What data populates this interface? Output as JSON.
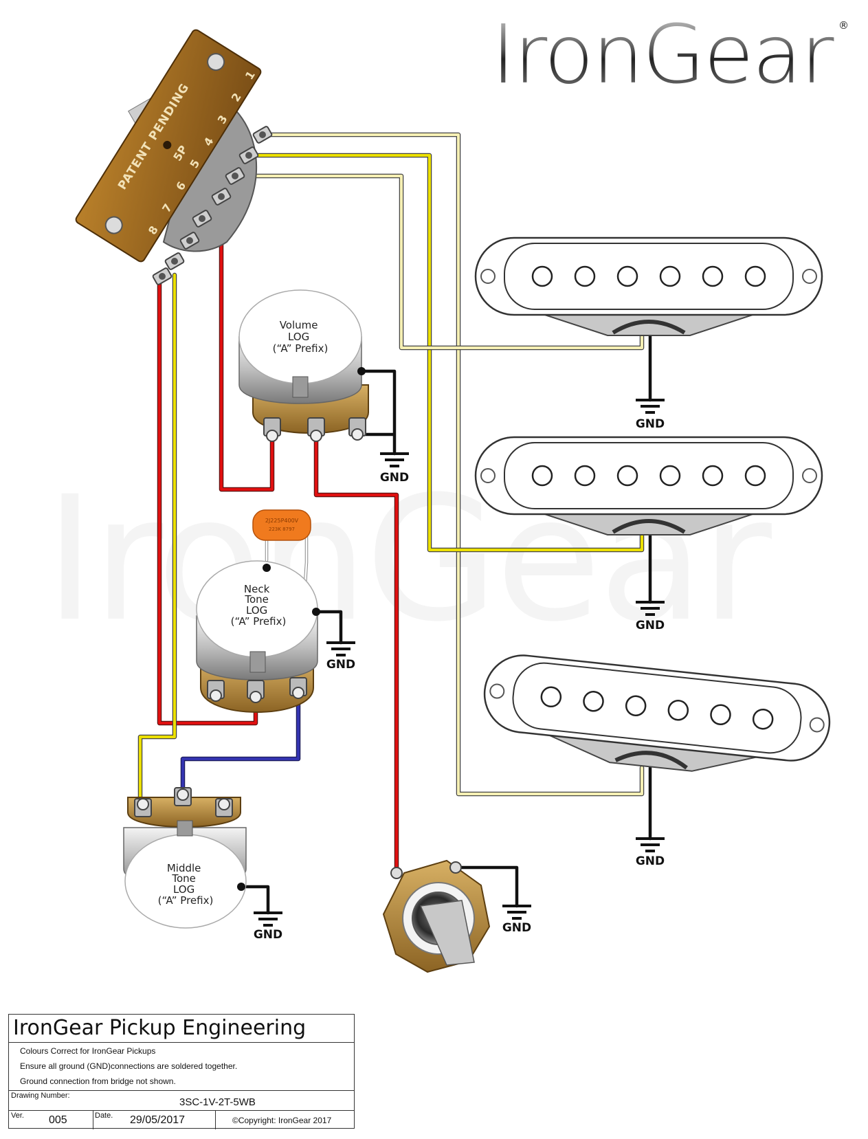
{
  "brand": {
    "logo_text": "IronGear",
    "registered_mark": "®",
    "watermark_text": "IronGear"
  },
  "switch": {
    "marking": "PATENT PENDING",
    "lug_numbers": [
      "1",
      "2",
      "3",
      "4",
      "5",
      "6",
      "7",
      "8"
    ],
    "mid_letters": "5P"
  },
  "volume_pot": {
    "lines": [
      "Volume",
      "LOG",
      "(“A” Prefix)"
    ]
  },
  "neck_tone_pot": {
    "lines": [
      "Neck",
      "Tone",
      "LOG",
      "(“A” Prefix)"
    ]
  },
  "middle_tone_pot": {
    "lines": [
      "Middle",
      "Tone",
      "LOG",
      "(“A” Prefix)"
    ]
  },
  "capacitor": {
    "marking_line1": "2J225P400V",
    "marking_line2": "223K 8797"
  },
  "ground_label": "GND",
  "colors": {
    "red_wire": "#e01010",
    "yellow_wire": "#ece000",
    "cream_wire": "#f6f0b4",
    "blue_wire": "#3434b0",
    "black_wire": "#111111",
    "white_wire": "#ffffff",
    "brass": "#b88a3a",
    "capacitor": "#f07a1e",
    "pickup_body": "#ffffff",
    "pickup_base": "#c8c8c8"
  },
  "title_block": {
    "company": "IronGear Pickup Engineering",
    "notes": [
      "Colours Correct for IronGear Pickups",
      "Ensure all ground (GND)connections are soldered together.",
      "Ground connection from bridge not shown."
    ],
    "drawing_number_label": "Drawing Number:",
    "drawing_number": "3SC-1V-2T-5WB",
    "version_label": "Ver.",
    "version": "005",
    "date_label": "Date.",
    "date": "29/05/2017",
    "copyright": "©Copyright: IronGear 2017"
  }
}
